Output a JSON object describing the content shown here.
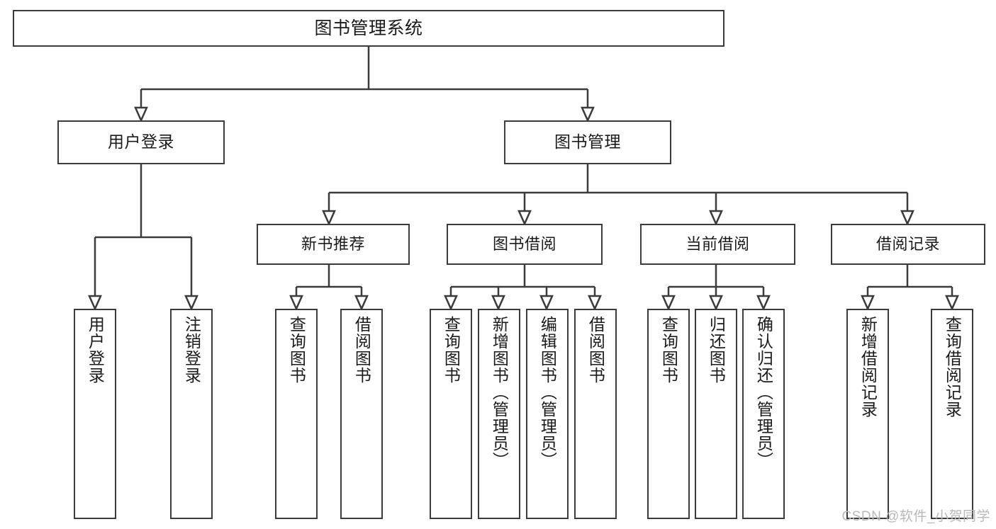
{
  "diagram": {
    "title": "图书管理系统",
    "type": "tree-hierarchy",
    "watermark": "CSDN @软件_小贺同学",
    "colors": {
      "stroke": "#3b3b3b",
      "background": "#ffffff",
      "text": "#1a1a1a",
      "watermark": "#b8b8b8"
    },
    "root": {
      "label": "图书管理系统"
    },
    "level1": [
      {
        "label": "用户登录"
      },
      {
        "label": "图书管理"
      }
    ],
    "level2": [
      {
        "label": "新书推荐"
      },
      {
        "label": "图书借阅"
      },
      {
        "label": "当前借阅"
      },
      {
        "label": "借阅记录"
      }
    ],
    "leaves": {
      "user_login": [
        {
          "label": "用户登录"
        },
        {
          "label": "注销登录"
        }
      ],
      "new_book": [
        {
          "label": "查询图书"
        },
        {
          "label": "借阅图书"
        }
      ],
      "book_borrow": [
        {
          "label": "查询图书"
        },
        {
          "label": "新增图书（管理员）"
        },
        {
          "label": "编辑图书（管理员）"
        },
        {
          "label": "借阅图书"
        }
      ],
      "current_borrow": [
        {
          "label": "查询图书"
        },
        {
          "label": "归还图书"
        },
        {
          "label": "确认归还（管理员）"
        }
      ],
      "borrow_record": [
        {
          "label": "新增借阅记录"
        },
        {
          "label": "查询借阅记录"
        }
      ]
    }
  }
}
